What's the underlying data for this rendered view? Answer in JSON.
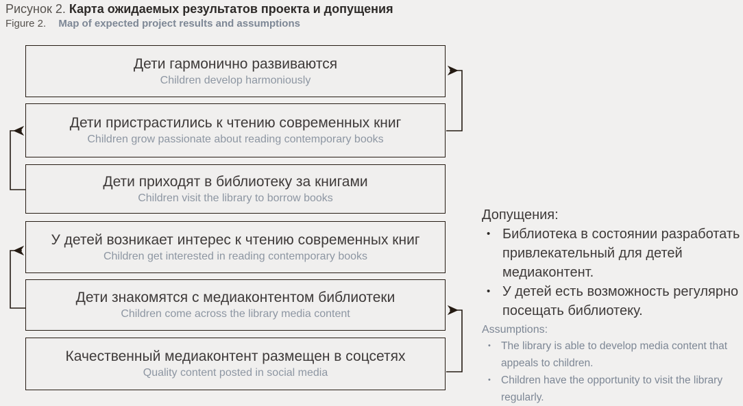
{
  "figure": {
    "label_ru": "Рисунок 2.",
    "title_ru": "Карта ожидаемых результатов проекта и допущения",
    "label_en": "Figure 2.",
    "title_en": "Map of expected project results and assumptions"
  },
  "boxes": [
    {
      "ru": "Дети гармонично развиваются",
      "en": "Children develop harmoniously"
    },
    {
      "ru": "Дети пристрастились к чтению современных книг",
      "en": "Children grow passionate about reading contemporary books"
    },
    {
      "ru": "Дети приходят в библиотеку за книгами",
      "en": "Children visit the library to borrow books"
    },
    {
      "ru": "У детей возникает интерес к чтению современных книг",
      "en": "Children get interested in reading contemporary books"
    },
    {
      "ru": "Дети знакомятся с медиаконтентом библиотеки",
      "en": "Children come across the library media content"
    },
    {
      "ru": "Качественный медиаконтент размещен в соцсетях",
      "en": "Quality content posted in social media"
    }
  ],
  "assumptions": {
    "heading_ru": "Допущения:",
    "bullet_marker": "•",
    "items_ru": [
      "Библиотека в состоянии разработать привлекательный для детей медиаконтент.",
      "У детей есть возможность регулярно посещать библиотеку."
    ],
    "heading_en": "Assumptions:",
    "items_en": [
      "The library is able to develop media content that appeals to children.",
      "Children have the opportunity to visit the library regularly."
    ]
  },
  "colors": {
    "background": "#f1f0ef",
    "box_border": "#241a12",
    "connector": "#241a12",
    "text_dark": "#3e3a39",
    "text_gray_blue": "#8d96a2",
    "caption_bold": "#2d2a28",
    "caption_gray": "#56524e"
  }
}
